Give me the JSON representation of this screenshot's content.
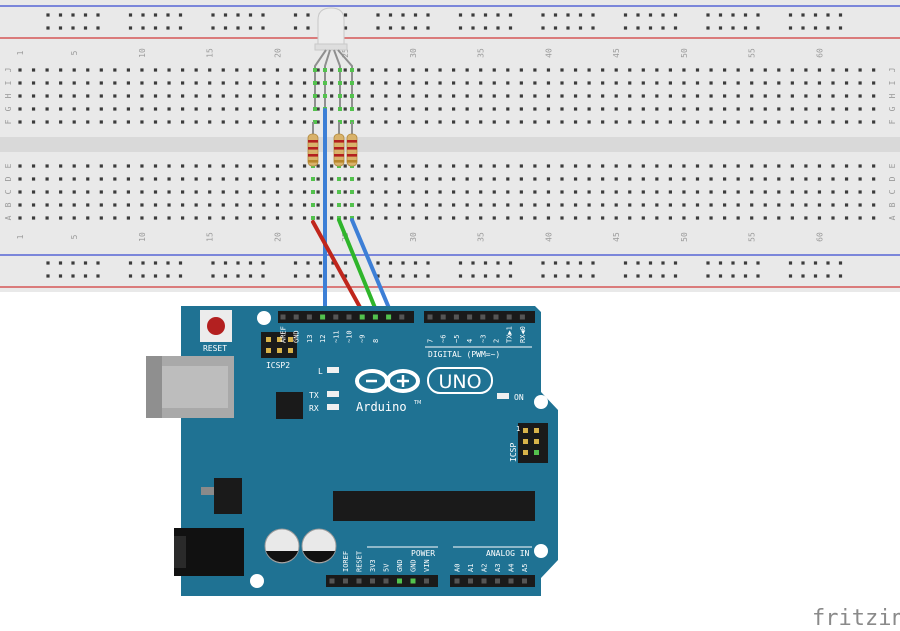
{
  "breadboard": {
    "row_letters_top": [
      "J",
      "I",
      "H",
      "G",
      "F"
    ],
    "row_letters_bottom": [
      "E",
      "D",
      "C",
      "B",
      "A"
    ],
    "column_numbers": [
      "1",
      "5",
      "10",
      "15",
      "20",
      "25",
      "30",
      "35",
      "40",
      "45",
      "50",
      "55",
      "60"
    ],
    "colors": {
      "board": "#e9e9e9",
      "rail_red": "#d23a3a",
      "rail_blue": "#3a4bd2",
      "hole": "#3b3b3b",
      "led_pin": "#53c24d"
    }
  },
  "led": {
    "name": "RGB LED",
    "color": "#e8e8e8"
  },
  "resistors": {
    "count": 3,
    "color": "#d9b26a"
  },
  "wires": [
    {
      "name": "gnd-wire",
      "color": "#3d7fd6"
    },
    {
      "name": "red-wire",
      "color": "#c0261c"
    },
    {
      "name": "green-wire",
      "color": "#2fb52b"
    },
    {
      "name": "blue-wire",
      "color": "#3d7fd6"
    }
  ],
  "arduino": {
    "board_color": "#1f7293",
    "reset_label": "RESET",
    "icsp2_label": "ICSP2",
    "icsp_label": "ICSP",
    "digital_label": "DIGITAL (PWM=~)",
    "digital_pins": [
      "AREF",
      "GND",
      "13",
      "12",
      "~11",
      "~10",
      "~9",
      "8",
      "7",
      "~6",
      "~5",
      "4",
      "~3",
      "2",
      "TX▶1",
      "RX◀0"
    ],
    "led_labels": {
      "l": "L",
      "tx": "TX",
      "rx": "RX",
      "on": "ON"
    },
    "logo_text": "Arduino",
    "tm": "TM",
    "uno_text": "UNO",
    "power_label": "POWER",
    "power_pins": [
      "IOREF",
      "RESET",
      "3V3",
      "5V",
      "GND",
      "GND",
      "VIN"
    ],
    "analog_label": "ANALOG IN",
    "analog_pins": [
      "A0",
      "A1",
      "A2",
      "A3",
      "A4",
      "A5"
    ]
  },
  "watermark": "fritzing"
}
